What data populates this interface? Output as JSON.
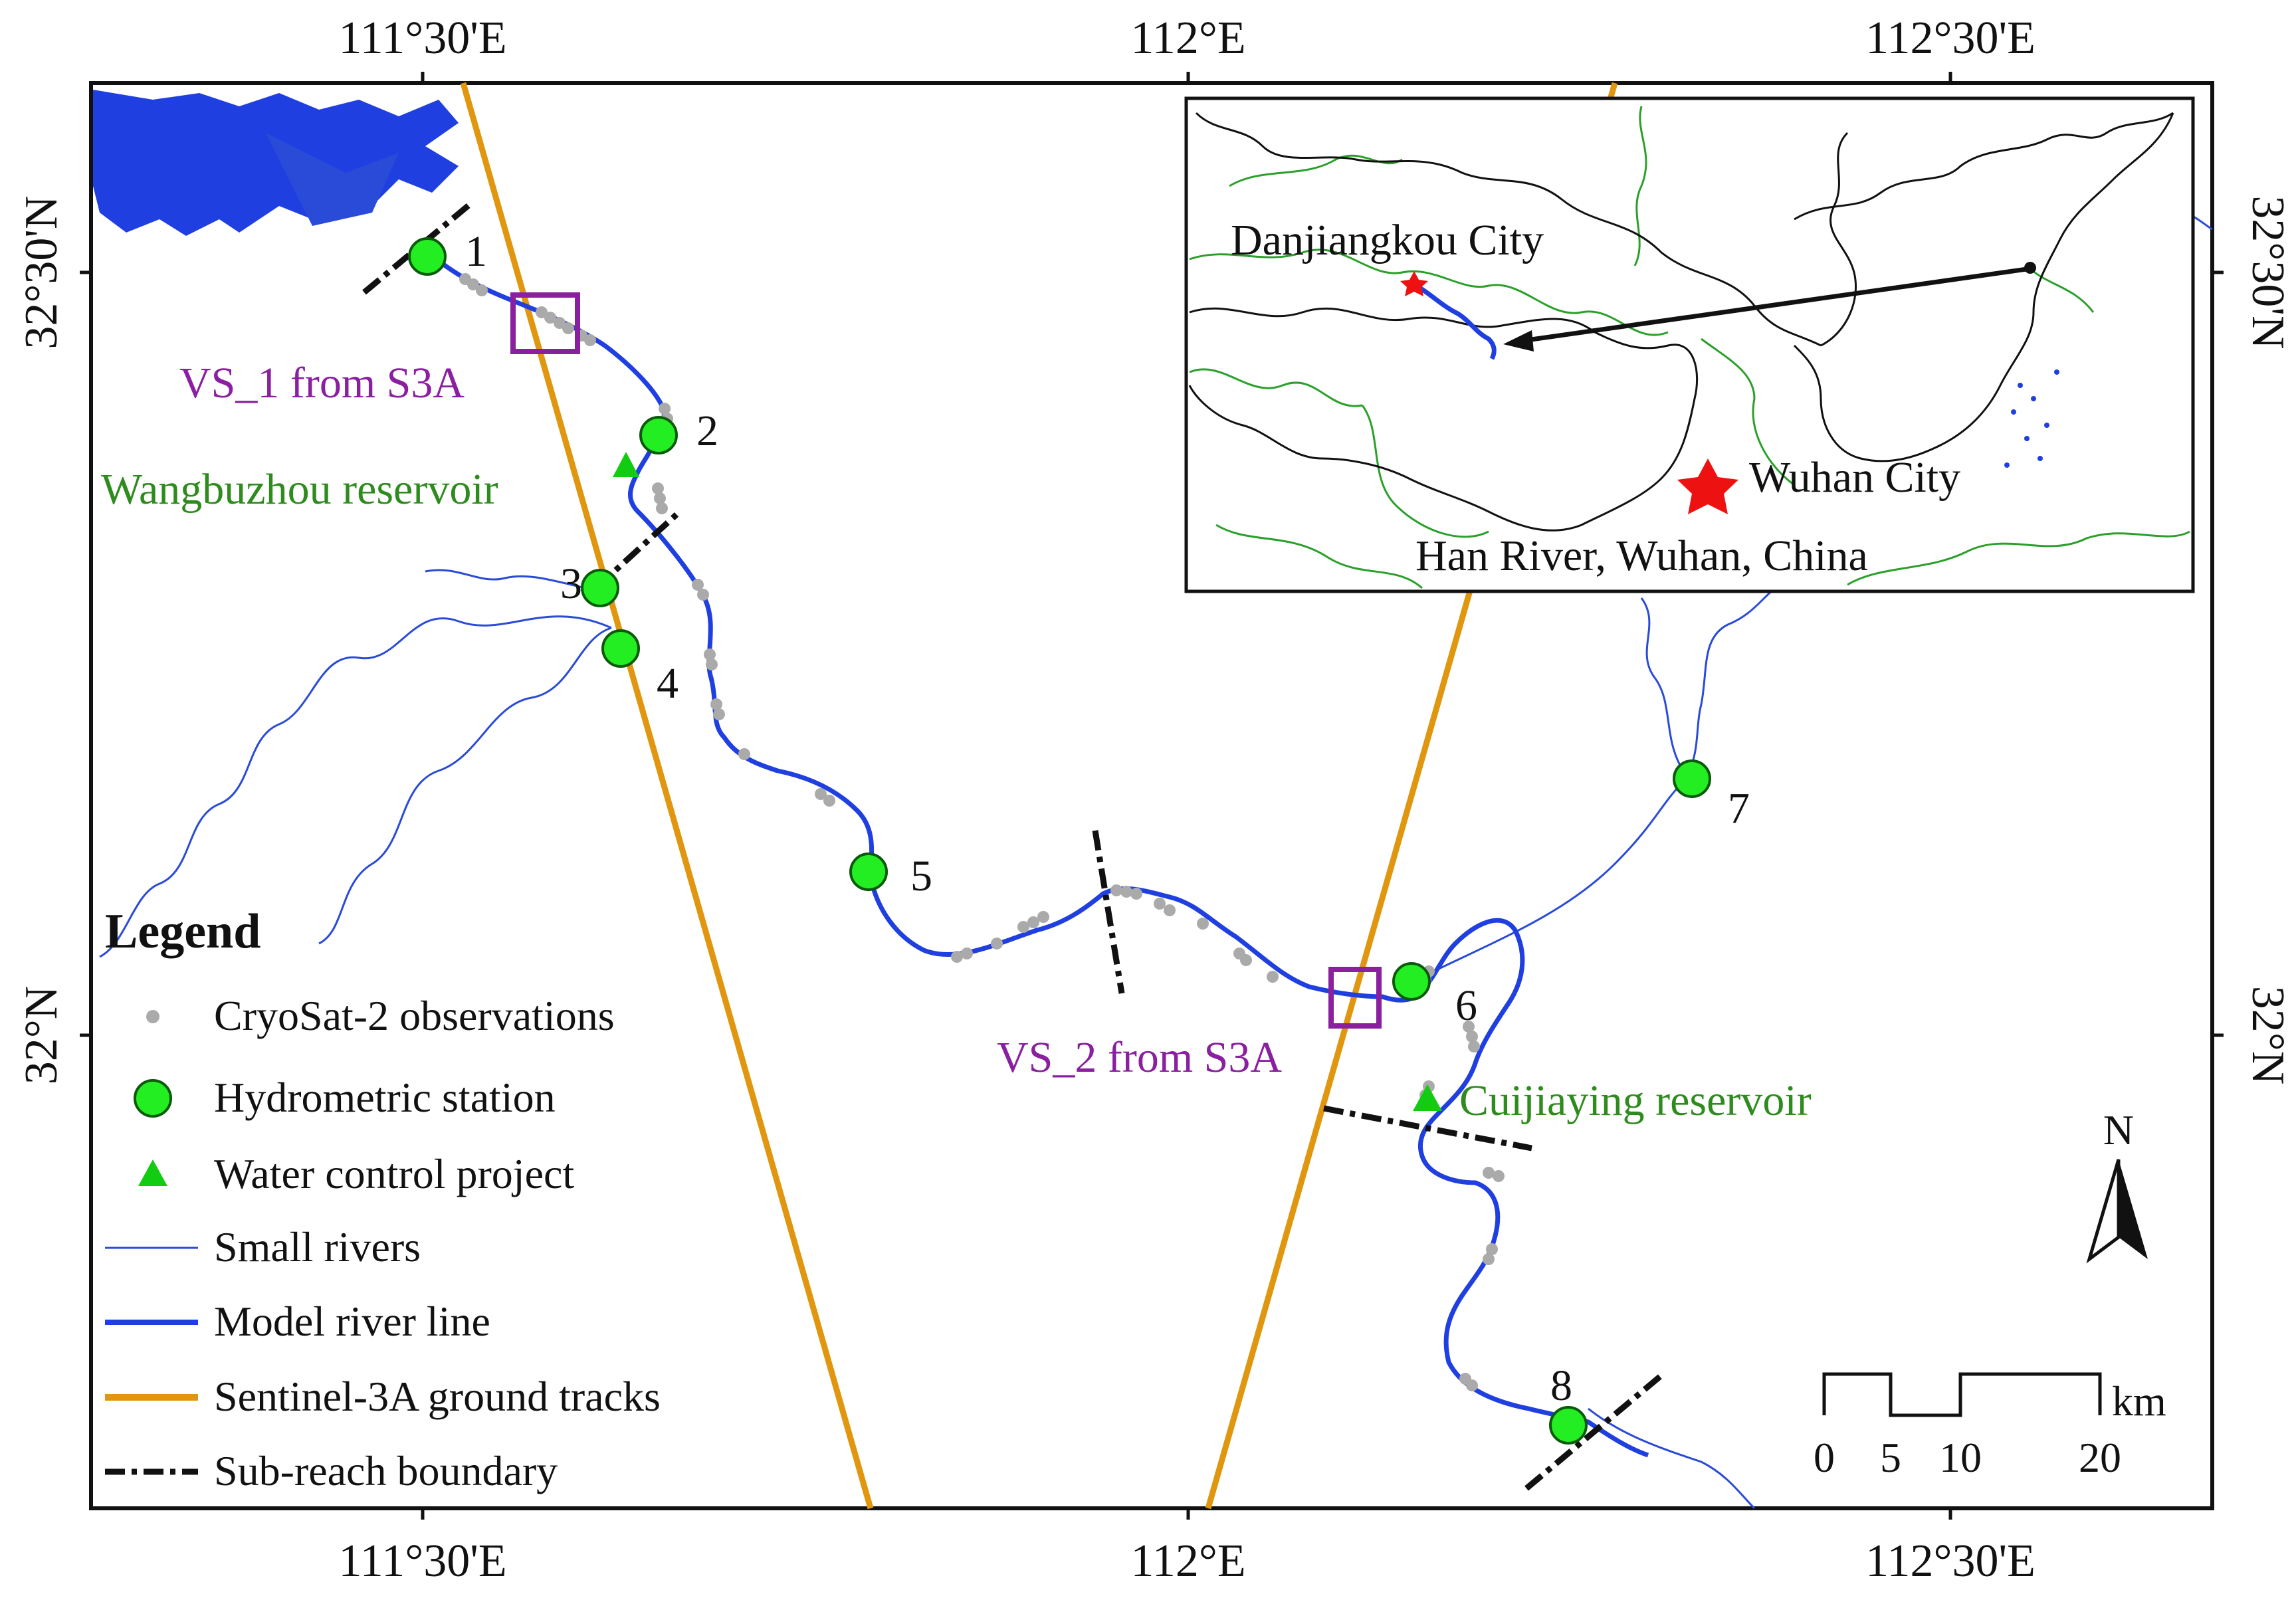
{
  "axes": {
    "lon_ticks": [
      "111°30'E",
      "112°E",
      "112°30'E"
    ],
    "lat_ticks": [
      "32°30'N",
      "32°N"
    ]
  },
  "labels": {
    "vs1": "VS_1 from S3A",
    "vs2": "VS_2 from S3A",
    "wangbuzhou": "Wangbuzhou reservoir",
    "cuijiaying": "Cuijiaying reservoir"
  },
  "stations": [
    "1",
    "2",
    "3",
    "4",
    "5",
    "6",
    "7",
    "8"
  ],
  "inset": {
    "danjiangkou": "Danjiangkou City",
    "wuhan": "Wuhan City",
    "caption": "Han River, Wuhan, China"
  },
  "legend": {
    "title": "Legend",
    "items": [
      "CryoSat-2 observations",
      "Hydrometric station",
      "Water control project",
      "Small rivers",
      "Model river line",
      "Sentinel-3A ground tracks",
      "Sub-reach boundary"
    ]
  },
  "north_arrow": "N",
  "scale_bar": {
    "unit": "km",
    "ticks": [
      "0",
      "5",
      "10",
      "20"
    ]
  },
  "colors": {
    "model_river": "#1f3fe0",
    "small_river": "#2a4bd7",
    "track": "#e0960f",
    "station": "#22ee22",
    "project": "#11cc11",
    "cryosat": "#aaaaaa",
    "vs_box": "#8a1fa0",
    "reservoir_text": "#2e8b1e",
    "vs_text": "#8a1fa0",
    "inset_green": "#2aa02a",
    "wuhan_star": "#ee1111"
  }
}
